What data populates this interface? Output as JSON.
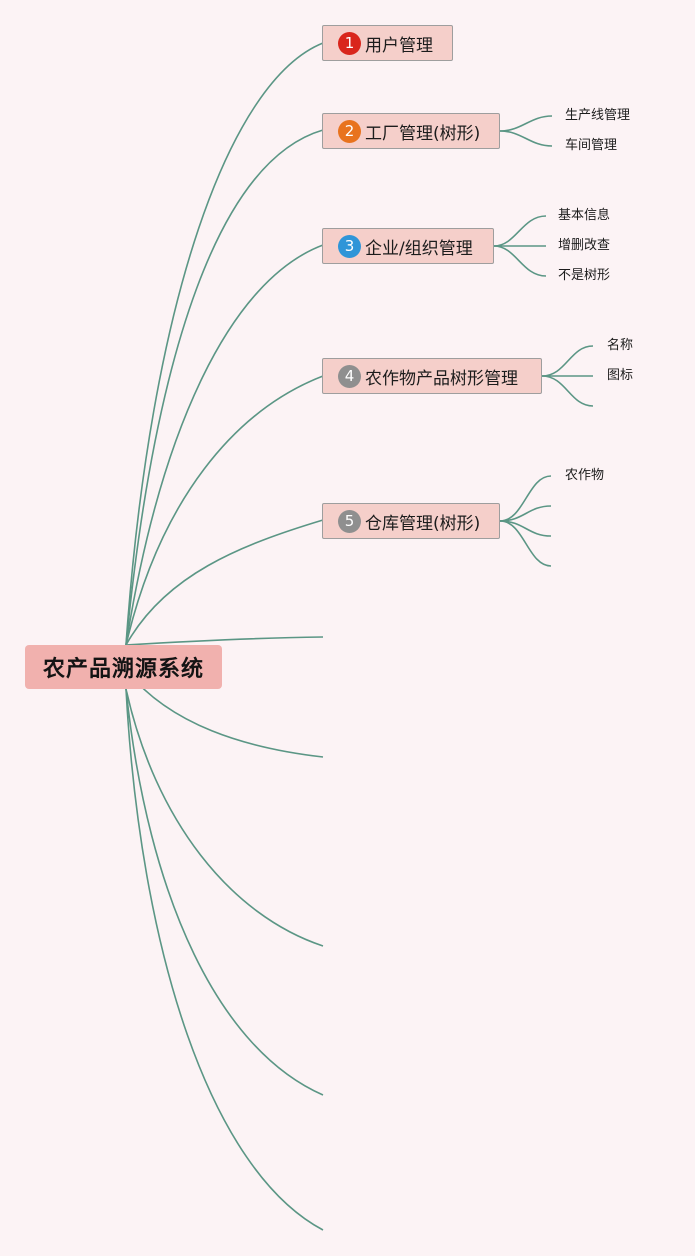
{
  "root": {
    "label": "农产品溯源系统"
  },
  "topics": [
    {
      "number": "1",
      "label": "用户管理",
      "badge_color": "#d9261c",
      "children": []
    },
    {
      "number": "2",
      "label": "工厂管理(树形)",
      "badge_color": "#e8731e",
      "children": [
        "生产线管理",
        "车间管理"
      ]
    },
    {
      "number": "3",
      "label": "企业/组织管理",
      "badge_color": "#2f95d8",
      "children": [
        "基本信息",
        "增删改查",
        "不是树形"
      ]
    },
    {
      "number": "4",
      "label": "农作物产品树形管理",
      "badge_color": "#8f8f8f",
      "children": [
        "名称",
        "图标",
        ""
      ]
    },
    {
      "number": "5",
      "label": "仓库管理(树形)",
      "badge_color": "#8f8f8f",
      "children": [
        "农作物",
        "",
        "",
        ""
      ]
    }
  ],
  "empty_branches": 5,
  "colors": {
    "background": "#fcf3f5",
    "connector": "#5b9685",
    "root_fill": "#f1b1ae",
    "topic_fill": "#f5cfca",
    "topic_border": "#9e9e9e"
  }
}
